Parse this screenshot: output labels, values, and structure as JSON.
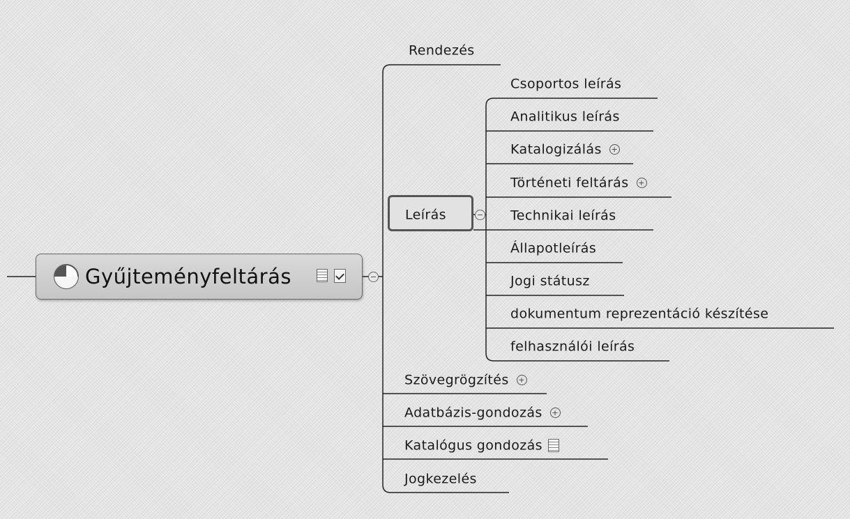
{
  "central": {
    "title": "Gyűjteményfeltárás",
    "icons": [
      "progress-pie-icon",
      "note-icon",
      "task-icon"
    ]
  },
  "branches": [
    {
      "label": "Rendezés",
      "expand": false,
      "note": false
    },
    {
      "label": "Leírás",
      "selected": true,
      "collapse": true,
      "children": [
        {
          "label": "Csoportos leírás",
          "expand": false
        },
        {
          "label": "Analitikus leírás",
          "expand": false
        },
        {
          "label": "Katalogizálás",
          "expand": true
        },
        {
          "label": "Történeti feltárás",
          "expand": true
        },
        {
          "label": "Technikai leírás",
          "expand": false
        },
        {
          "label": "Állapotleírás",
          "expand": false
        },
        {
          "label": "Jogi státusz",
          "expand": false
        },
        {
          "label": "dokumentum reprezentáció készítése",
          "expand": false
        },
        {
          "label": "felhasználói leírás",
          "expand": false
        }
      ]
    },
    {
      "label": "Szövegrögzítés",
      "expand": true,
      "note": false
    },
    {
      "label": "Adatbázis-gondozás",
      "expand": true,
      "note": false
    },
    {
      "label": "Katalógus gondozás",
      "expand": false,
      "note": true
    },
    {
      "label": "Jogkezelés",
      "expand": false,
      "note": false
    }
  ]
}
